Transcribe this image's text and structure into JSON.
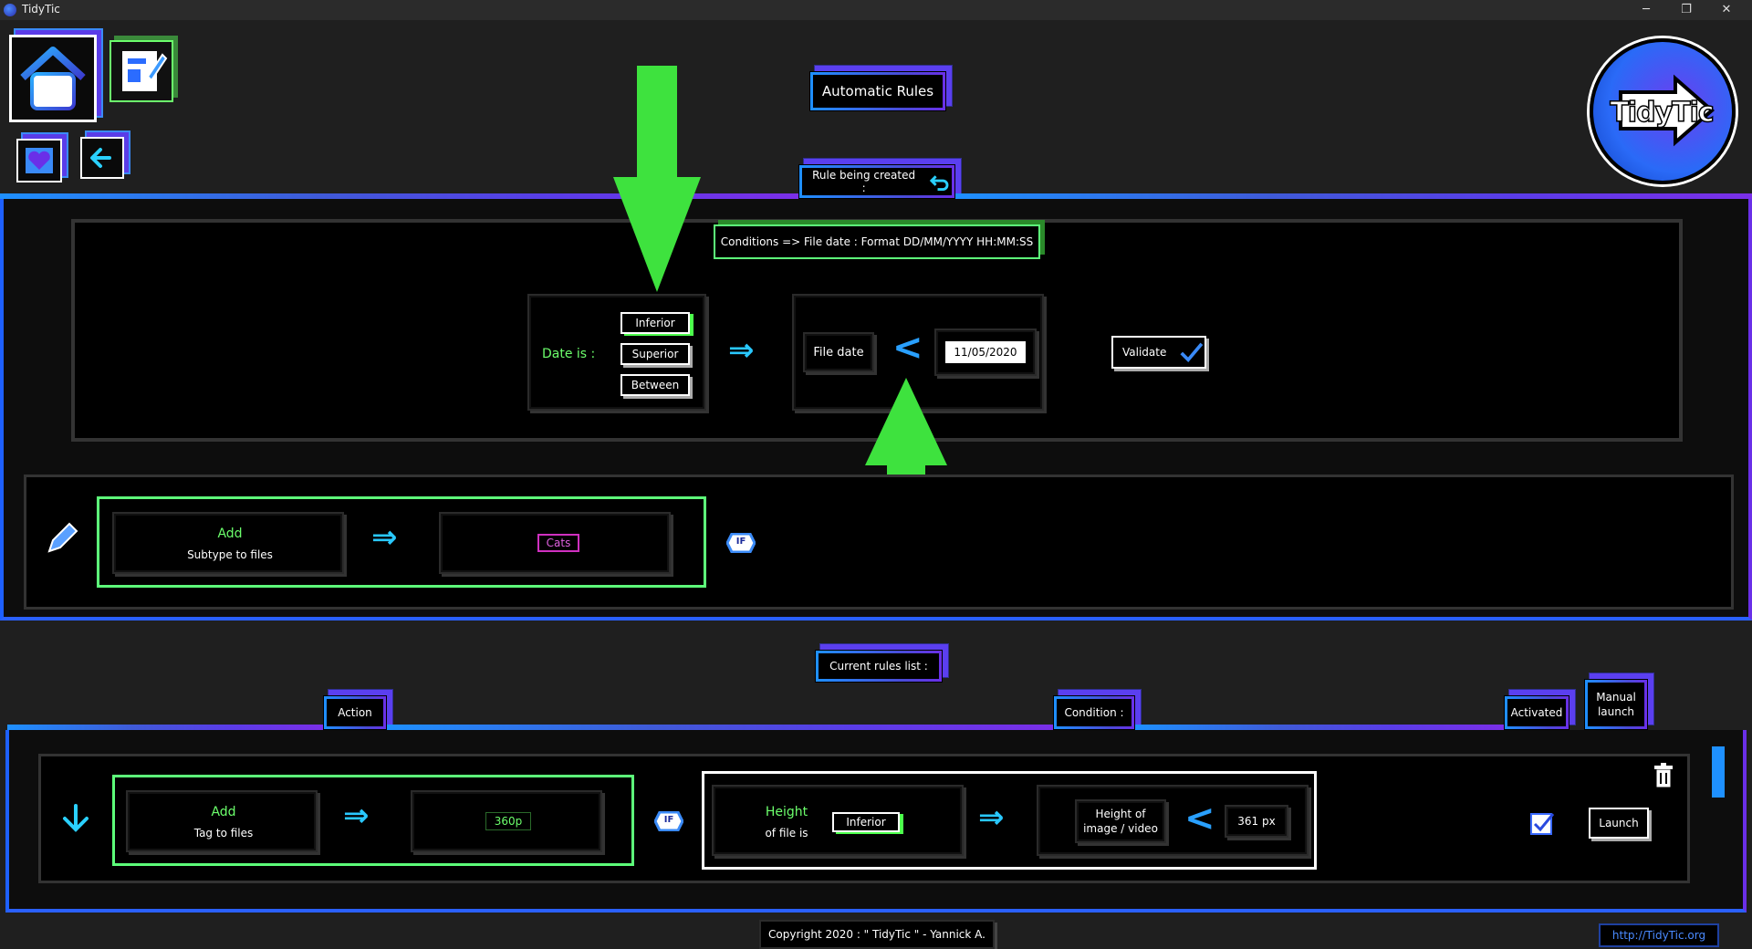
{
  "window": {
    "title": "TidyTic",
    "minimize": "─",
    "restore": "❐",
    "close": "✕"
  },
  "header": {
    "title": "Automatic Rules"
  },
  "rule_creation": {
    "label": "Rule being created :",
    "conditions_title": "Conditions => File date : Format DD/MM/YYYY HH:MM:SS",
    "date_is_label": "Date is :",
    "options": [
      "Inferior",
      "Superior",
      "Between"
    ],
    "file_date_label": "File date",
    "date_value": "11/05/2020",
    "validate_label": "Validate",
    "action_title": "Add",
    "action_subtitle": "Subtype to files",
    "action_value": "Cats",
    "if_label": "IF"
  },
  "rules_list": {
    "label": "Current rules list :",
    "columns": {
      "action": "Action",
      "condition": "Condition :",
      "activated": "Activated",
      "manual_launch_1": "Manual",
      "manual_launch_2": "launch"
    },
    "rows": [
      {
        "action_title": "Add",
        "action_subtitle": "Tag to files",
        "action_value": "360p",
        "if_label": "IF",
        "condition_title": "Height",
        "condition_subtitle": "of file is",
        "condition_operator": "Inferior",
        "condition_field_1": "Height of",
        "condition_field_2": "image / video",
        "condition_value": "361 px",
        "launch_label": "Launch"
      }
    ]
  },
  "footer": {
    "copyright": "Copyright 2020 : \" TidyTic \" - Yannick A.",
    "url": "http://TidyTic.org"
  },
  "logo": {
    "text": "TidyTic"
  },
  "colors": {
    "neon_blue": "#1e90ff",
    "neon_purple": "#6a2fe8",
    "neon_green": "#3ee23e",
    "background": "#1f1f1f"
  }
}
